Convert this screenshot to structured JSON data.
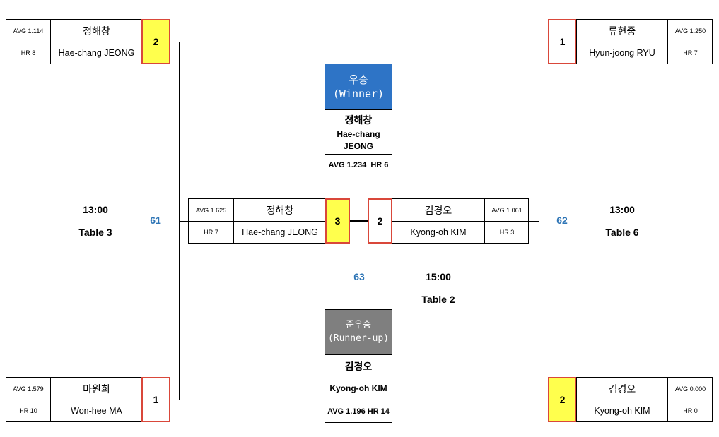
{
  "players": {
    "tl": {
      "avg": "AVG 1.114",
      "hr": "HR 8",
      "kor": "정해창",
      "eng": "Hae-chang JEONG",
      "score": "2"
    },
    "bl": {
      "avg": "AVG 1.579",
      "hr": "HR 10",
      "kor": "마원희",
      "eng": "Won-hee MA",
      "score": "1"
    },
    "tr": {
      "avg": "AVG 1.250",
      "hr": "HR 7",
      "kor": "류현중",
      "eng": "Hyun-joong RYU",
      "score": "1"
    },
    "br": {
      "avg": "AVG 0.000",
      "hr": "HR 0",
      "kor": "김경오",
      "eng": "Kyong-oh KIM",
      "score": "2"
    },
    "fl": {
      "avg": "AVG 1.625",
      "hr": "HR 7",
      "kor": "정해창",
      "eng": "Hae-chang JEONG",
      "score": "3"
    },
    "fr": {
      "avg": "AVG 1.061",
      "hr": "HR 3",
      "kor": "김경오",
      "eng": "Kyong-oh KIM",
      "score": "2"
    }
  },
  "matches": {
    "m61": {
      "number": "61",
      "time": "13:00",
      "table": "Table 3"
    },
    "m62": {
      "number": "62",
      "time": "13:00",
      "table": "Table 6"
    },
    "m63": {
      "number": "63",
      "time": "15:00",
      "table": "Table 2"
    }
  },
  "winner": {
    "title_kor": "우승",
    "title_eng": "(Winner)",
    "kor": "정해창",
    "eng": "Hae-chang JEONG",
    "stats": "AVG 1.234  HR 6",
    "color": "#2e74c6"
  },
  "runner_up": {
    "title_kor": "준우승",
    "title_eng": "(Runner-up)",
    "kor": "김경오",
    "eng": "Kyong-oh KIM",
    "stats": "AVG 1.196 HR 14",
    "color": "#7f7f7f"
  },
  "colors": {
    "winner_fill": "#ffff4d",
    "score_border": "#d9473a",
    "match_number": "#2e75b6"
  }
}
